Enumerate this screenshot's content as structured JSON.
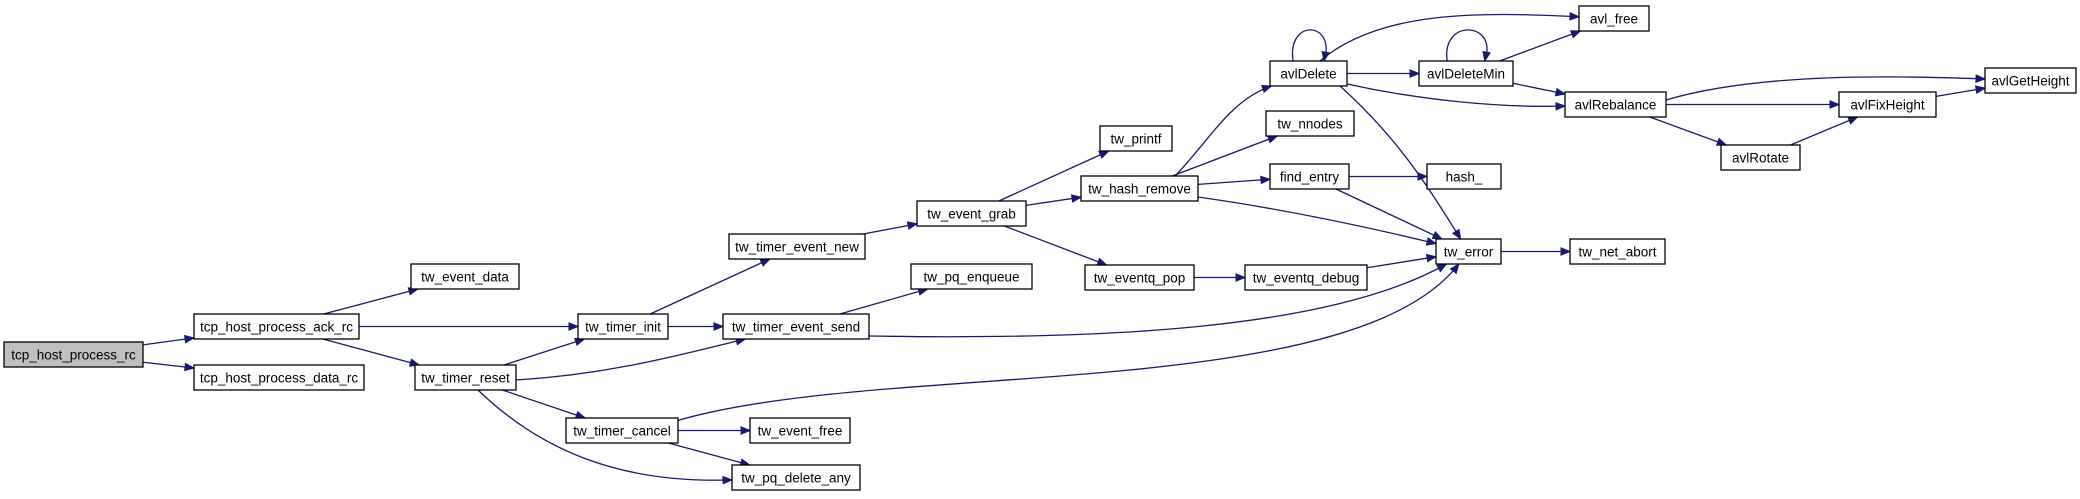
{
  "nodes": [
    {
      "id": "tcp_host_process_rc",
      "label": "tcp_host_process_rc",
      "root": true
    },
    {
      "id": "tcp_host_process_ack_rc",
      "label": "tcp_host_process_ack_rc"
    },
    {
      "id": "tcp_host_process_data_rc",
      "label": "tcp_host_process_data_rc"
    },
    {
      "id": "tw_event_data",
      "label": "tw_event_data"
    },
    {
      "id": "tw_timer_init",
      "label": "tw_timer_init"
    },
    {
      "id": "tw_timer_reset",
      "label": "tw_timer_reset"
    },
    {
      "id": "tw_timer_event_new",
      "label": "tw_timer_event_new"
    },
    {
      "id": "tw_timer_event_send",
      "label": "tw_timer_event_send"
    },
    {
      "id": "tw_timer_cancel",
      "label": "tw_timer_cancel"
    },
    {
      "id": "tw_event_grab",
      "label": "tw_event_grab"
    },
    {
      "id": "tw_pq_enqueue",
      "label": "tw_pq_enqueue"
    },
    {
      "id": "tw_event_free",
      "label": "tw_event_free"
    },
    {
      "id": "tw_pq_delete_any",
      "label": "tw_pq_delete_any"
    },
    {
      "id": "tw_printf",
      "label": "tw_printf"
    },
    {
      "id": "tw_hash_remove",
      "label": "tw_hash_remove"
    },
    {
      "id": "tw_eventq_pop",
      "label": "tw_eventq_pop"
    },
    {
      "id": "tw_eventq_debug",
      "label": "tw_eventq_debug"
    },
    {
      "id": "avlDelete",
      "label": "avlDelete"
    },
    {
      "id": "tw_nnodes",
      "label": "tw_nnodes"
    },
    {
      "id": "find_entry",
      "label": "find_entry"
    },
    {
      "id": "avlDeleteMin",
      "label": "avlDeleteMin"
    },
    {
      "id": "hash_",
      "label": "hash_"
    },
    {
      "id": "tw_error",
      "label": "tw_error"
    },
    {
      "id": "avl_free",
      "label": "avl_free"
    },
    {
      "id": "avlRebalance",
      "label": "avlRebalance"
    },
    {
      "id": "avlRotate",
      "label": "avlRotate"
    },
    {
      "id": "tw_net_abort",
      "label": "tw_net_abort"
    },
    {
      "id": "avlFixHeight",
      "label": "avlFixHeight"
    },
    {
      "id": "avlGetHeight",
      "label": "avlGetHeight"
    }
  ],
  "edges": [
    {
      "from": "tcp_host_process_rc",
      "to": "tcp_host_process_ack_rc"
    },
    {
      "from": "tcp_host_process_rc",
      "to": "tcp_host_process_data_rc"
    },
    {
      "from": "tcp_host_process_ack_rc",
      "to": "tw_event_data"
    },
    {
      "from": "tcp_host_process_ack_rc",
      "to": "tw_timer_init"
    },
    {
      "from": "tcp_host_process_ack_rc",
      "to": "tw_timer_reset"
    },
    {
      "from": "tw_timer_reset",
      "to": "tw_timer_init"
    },
    {
      "from": "tw_timer_reset",
      "to": "tw_timer_event_send"
    },
    {
      "from": "tw_timer_reset",
      "to": "tw_timer_cancel"
    },
    {
      "from": "tw_timer_reset",
      "to": "tw_pq_delete_any"
    },
    {
      "from": "tw_timer_init",
      "to": "tw_timer_event_new"
    },
    {
      "from": "tw_timer_init",
      "to": "tw_timer_event_send"
    },
    {
      "from": "tw_timer_cancel",
      "to": "tw_event_free"
    },
    {
      "from": "tw_timer_cancel",
      "to": "tw_pq_delete_any"
    },
    {
      "from": "tw_timer_cancel",
      "to": "tw_error"
    },
    {
      "from": "tw_timer_event_new",
      "to": "tw_event_grab"
    },
    {
      "from": "tw_timer_event_send",
      "to": "tw_pq_enqueue"
    },
    {
      "from": "tw_timer_event_send",
      "to": "tw_error"
    },
    {
      "from": "tw_event_grab",
      "to": "tw_printf"
    },
    {
      "from": "tw_event_grab",
      "to": "tw_hash_remove"
    },
    {
      "from": "tw_event_grab",
      "to": "tw_eventq_pop"
    },
    {
      "from": "tw_eventq_pop",
      "to": "tw_eventq_debug"
    },
    {
      "from": "tw_eventq_debug",
      "to": "tw_error"
    },
    {
      "from": "tw_hash_remove",
      "to": "avlDelete"
    },
    {
      "from": "tw_hash_remove",
      "to": "tw_nnodes"
    },
    {
      "from": "tw_hash_remove",
      "to": "find_entry"
    },
    {
      "from": "tw_hash_remove",
      "to": "tw_error"
    },
    {
      "from": "find_entry",
      "to": "hash_"
    },
    {
      "from": "find_entry",
      "to": "tw_error"
    },
    {
      "from": "avlDelete",
      "to": "avlDelete"
    },
    {
      "from": "avlDelete",
      "to": "avl_free"
    },
    {
      "from": "avlDelete",
      "to": "avlDeleteMin"
    },
    {
      "from": "avlDelete",
      "to": "avlRebalance"
    },
    {
      "from": "avlDelete",
      "to": "tw_error"
    },
    {
      "from": "avlDeleteMin",
      "to": "avlDeleteMin"
    },
    {
      "from": "avlDeleteMin",
      "to": "avl_free"
    },
    {
      "from": "avlDeleteMin",
      "to": "avlRebalance"
    },
    {
      "from": "avlRebalance",
      "to": "avlGetHeight"
    },
    {
      "from": "avlRebalance",
      "to": "avlFixHeight"
    },
    {
      "from": "avlRebalance",
      "to": "avlRotate"
    },
    {
      "from": "avlRotate",
      "to": "avlFixHeight"
    },
    {
      "from": "avlFixHeight",
      "to": "avlGetHeight"
    },
    {
      "from": "tw_error",
      "to": "tw_net_abort"
    }
  ]
}
